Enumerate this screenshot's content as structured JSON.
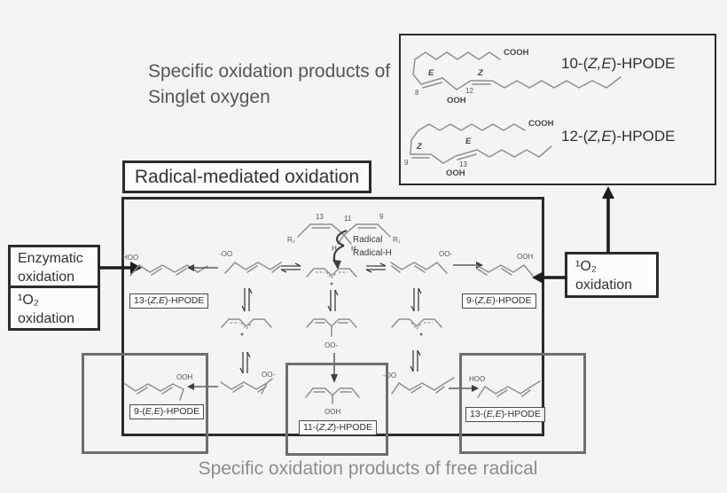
{
  "colors": {
    "background": "#f4f4f2",
    "dark_border": "#2b2b2b",
    "gray_border": "#6e6e6e",
    "structure_stroke": "#8f8f8f",
    "caption_top": "#565656",
    "caption_bottom": "#8c8c8c"
  },
  "captions": {
    "singlet_line1": "Specific oxidation products of",
    "singlet_line2": "Singlet oxygen",
    "free_radical": "Specific oxidation products of free radical"
  },
  "radical_title": "Radical-mediated oxidation",
  "side_boxes": {
    "enzymatic": {
      "line1": "Enzymatic",
      "line2": "oxidation"
    },
    "singlet_left": {
      "formula": "¹O₂",
      "line2": "oxidation"
    },
    "singlet_right": {
      "formula": "¹O₂",
      "line2": "oxidation"
    }
  },
  "singlet_products_box": {
    "top": {
      "label_prefix": "10-(",
      "label_stereo": "Z,E",
      "label_suffix": ")-HPODE",
      "cooh": "COOH",
      "ooh": "OOH",
      "e": "E",
      "z": "Z",
      "pos_left": "8",
      "pos_right": "12"
    },
    "bottom": {
      "label_prefix": "12-(",
      "label_stereo": "Z,E",
      "label_suffix": ")-HPODE",
      "cooh": "COOH",
      "ooh": "OOH",
      "z": "Z",
      "e": "E",
      "pos_left": "9",
      "pos_right": "13"
    }
  },
  "scheme": {
    "substrate": {
      "pos13": "13",
      "pos11": "11",
      "pos9": "9",
      "r2": "R₂",
      "r1": "R₁",
      "h1": "H",
      "h2": "H"
    },
    "radical_step": {
      "line1": "Radical",
      "line2": "Radical-H"
    },
    "mid_left_product": {
      "group": "HOO",
      "label_prefix": "13-(",
      "label_stereo": "Z,E",
      "label_suffix": ")-HPODE"
    },
    "mid_left_peroxyl": {
      "group": "-OO"
    },
    "mid_right_peroxyl": {
      "group": "OO-"
    },
    "mid_right_product": {
      "group": "OOH",
      "label_prefix": "9-(",
      "label_stereo": "Z,E",
      "label_suffix": ")-HPODE"
    },
    "center_peroxyl": {
      "group": "OO-"
    },
    "bottom_left_product": {
      "group": "OOH",
      "label_prefix": "9-(",
      "label_stereo": "E,E",
      "label_suffix": ")-HPODE"
    },
    "bottom_left_peroxyl": {
      "group": "OO-"
    },
    "bottom_center_product": {
      "group": "OOH",
      "label_prefix": "11-(",
      "label_stereo": "Z,Z",
      "label_suffix": ")-HPODE"
    },
    "bottom_right_peroxyl": {
      "group": "-OO"
    },
    "bottom_right_product": {
      "group": "HOO",
      "label_prefix": "13-(",
      "label_stereo": "E,E",
      "label_suffix": ")-HPODE"
    }
  }
}
